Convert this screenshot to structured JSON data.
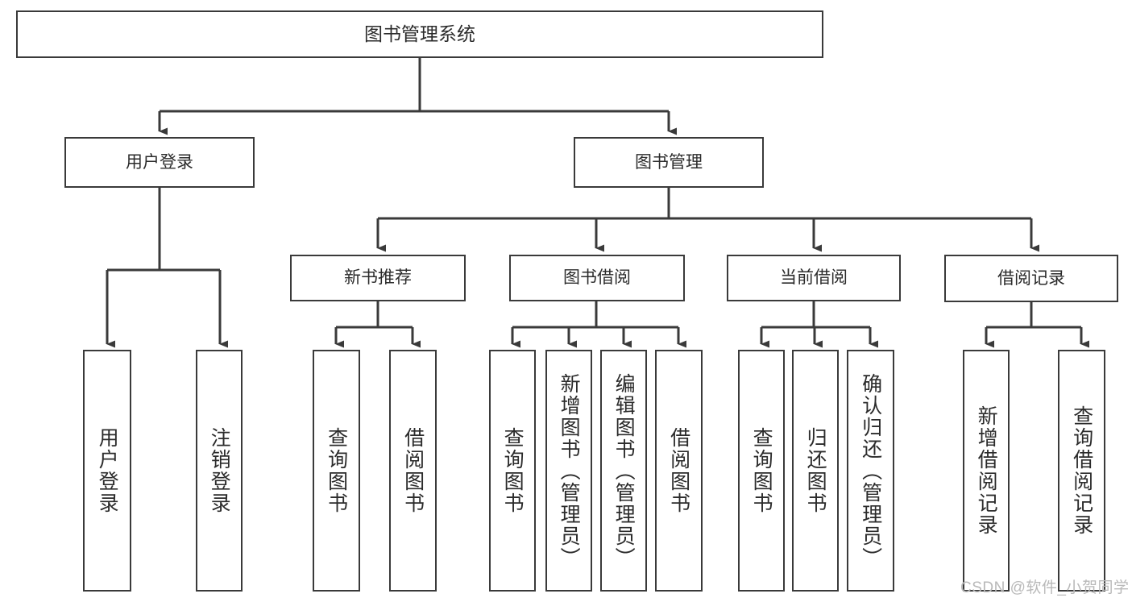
{
  "diagram": {
    "title": "图书管理系统",
    "type": "tree-hierarchy-diagram",
    "stroke_color": "#3a3a3a",
    "fill_color": "#ffffff",
    "text_color": "#2b2b2b",
    "watermark": "CSDN @软件_小贺同学",
    "levels": {
      "root_label": "图书管理系统",
      "level1": [
        {
          "label": "用户登录"
        },
        {
          "label": "图书管理"
        }
      ],
      "level2": [
        {
          "label": "新书推荐"
        },
        {
          "label": "图书借阅"
        },
        {
          "label": "当前借阅"
        },
        {
          "label": "借阅记录"
        }
      ]
    },
    "nodes": {
      "root": {
        "label": "图书管理系统"
      },
      "user_login": {
        "label": "用户登录"
      },
      "book_manage": {
        "label": "图书管理"
      },
      "new_book_rec": {
        "label": "新书推荐"
      },
      "book_borrow": {
        "label": "图书借阅"
      },
      "current_borrow": {
        "label": "当前借阅"
      },
      "borrow_record": {
        "label": "借阅记录"
      },
      "leaf_user_login": {
        "label": "用户登录"
      },
      "leaf_logout": {
        "label": "注销登录"
      },
      "leaf_query_book_a": {
        "label": "查询图书"
      },
      "leaf_borrow_book_a": {
        "label": "借阅图书"
      },
      "leaf_query_book_b": {
        "label": "查询图书"
      },
      "leaf_add_book": {
        "label": "新增图书（管理员）"
      },
      "leaf_edit_book": {
        "label": "编辑图书（管理员）"
      },
      "leaf_borrow_book_b": {
        "label": "借阅图书"
      },
      "leaf_query_book_c": {
        "label": "查询图书"
      },
      "leaf_return_book": {
        "label": "归还图书"
      },
      "leaf_confirm_return": {
        "label": "确认归还（管理员）"
      },
      "leaf_add_record": {
        "label": "新增借阅记录"
      },
      "leaf_query_record": {
        "label": "查询借阅记录"
      }
    }
  }
}
